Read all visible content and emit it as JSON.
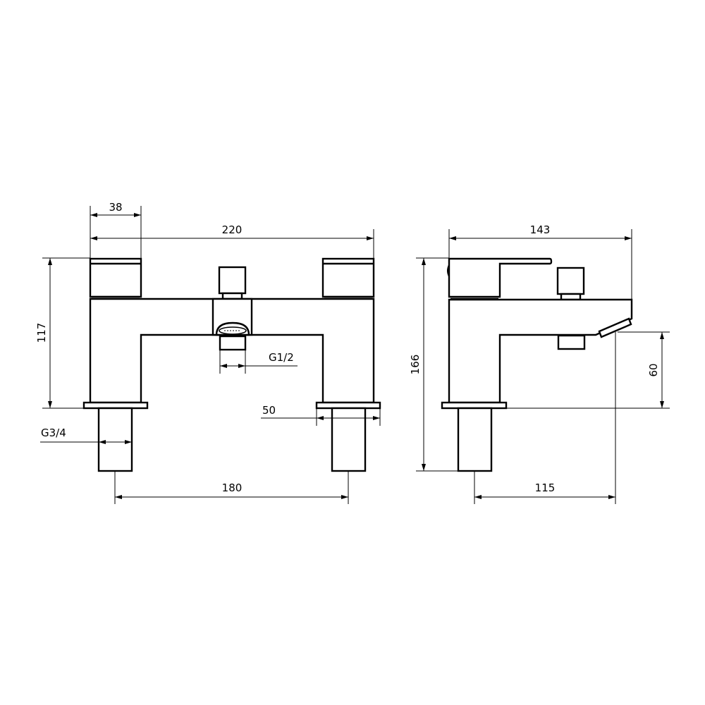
{
  "drawing": {
    "title": "Bath filler tap technical drawing",
    "line_color": "#000000",
    "background": "#ffffff",
    "front_view": {
      "dimensions": {
        "handle_width": "38",
        "overall_width": "220",
        "height_to_deck": "117",
        "outlet_thread": "G1/2",
        "inlet_thread": "G3/4",
        "flange_width": "50",
        "centres": "180"
      }
    },
    "side_view": {
      "dimensions": {
        "depth": "143",
        "overall_height": "166",
        "spout_height": "60",
        "spout_projection": "115"
      }
    }
  }
}
